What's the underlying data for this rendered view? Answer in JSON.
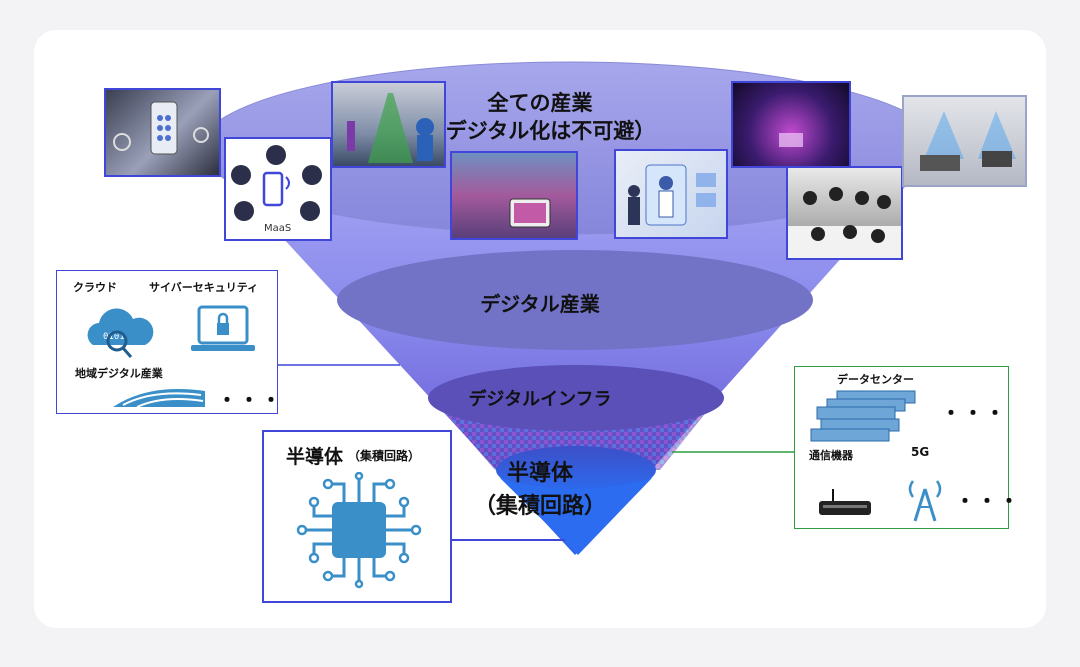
{
  "funnel": {
    "top_line1": "全ての産業",
    "top_line2": "（デジタル化は不可避）",
    "level2": "デジタル産業",
    "level3": "デジタルインフラ",
    "bottom_line1": "半導体",
    "bottom_line2": "（集積回路）"
  },
  "left_box": {
    "cloud_label": "クラウド",
    "cyber_label": "サイバーセキュリティ",
    "regional_label": "地域デジタル産業",
    "more": "・・・"
  },
  "right_box": {
    "datacenter_label": "データセンター",
    "comm_label": "通信機器",
    "fiveg_label": "5G",
    "more1": "・・・",
    "more2": "・・・"
  },
  "chip_box": {
    "title_main": "半導体",
    "title_sub": "（集積回路）"
  },
  "maas_label": "MaaS",
  "colors": {
    "funnel_top": "#8f8ff2",
    "funnel_bottom": "#2a66e8",
    "ellipse": "#7172c8",
    "accent_blue": "#3f46d8",
    "green_border": "#2e9d43",
    "icon_blue": "#3a8fc9"
  }
}
